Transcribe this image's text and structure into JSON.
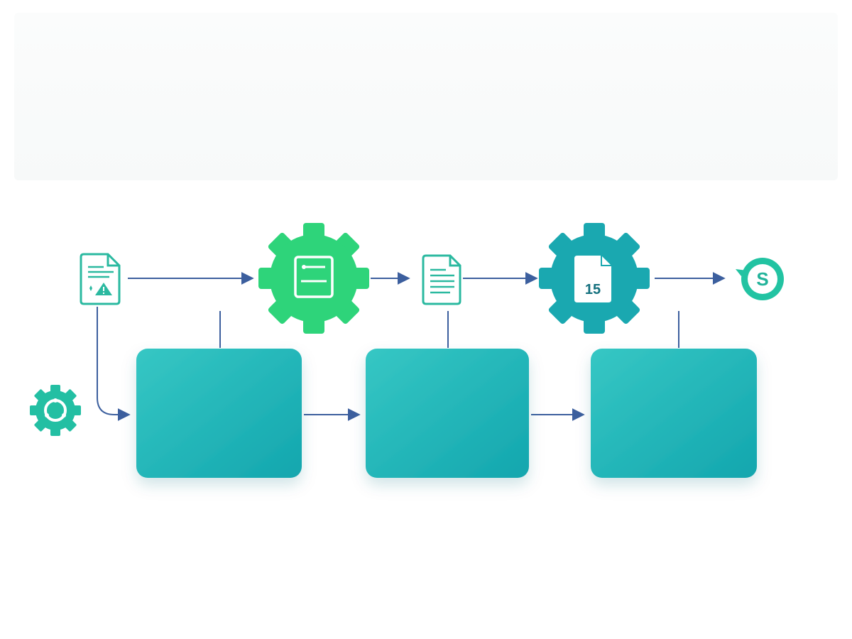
{
  "diagram": {
    "palette": {
      "teal": "#1fb7b4",
      "teal_dark": "#14a3aa",
      "green": "#2ed47a",
      "connector": "#3c5f9e",
      "doc_outline": "#2bb9a0"
    },
    "icons": {
      "alert_document": "document-warning-icon",
      "process_gear_green": "gear-document-icon",
      "document": "document-icon",
      "process_gear_teal": "gear-calendar-icon",
      "endpoint": "refresh-dollar-icon",
      "settings_gear": "gear-icon"
    },
    "calendar_day": "15",
    "endpoint_symbol": "S",
    "stages": [
      {
        "id": "stage-1",
        "label": ""
      },
      {
        "id": "stage-2",
        "label": ""
      },
      {
        "id": "stage-3",
        "label": ""
      }
    ]
  }
}
